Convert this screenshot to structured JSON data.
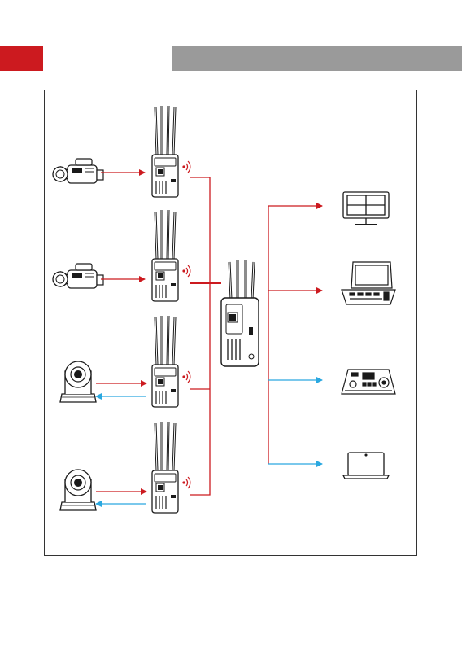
{
  "header": {
    "accent_color": "#cc1a1f",
    "bar_color": "#9a9a9a"
  },
  "colors": {
    "video_link": "#cc1a1f",
    "control_link": "#2aa8e0",
    "device_outline": "#1a1a1a",
    "wifi_signal": "#cc1a1f"
  },
  "diagram": {
    "sources": [
      {
        "icon": "camcorder-icon",
        "links": [
          "video"
        ]
      },
      {
        "icon": "camcorder-icon",
        "links": [
          "video"
        ]
      },
      {
        "icon": "ptz-camera-icon",
        "links": [
          "video",
          "control"
        ]
      },
      {
        "icon": "ptz-camera-icon",
        "links": [
          "video",
          "control"
        ]
      }
    ],
    "transmitters": [
      {
        "icon": "transmitter-icon",
        "signal": "wifi-signal-icon"
      },
      {
        "icon": "transmitter-icon",
        "signal": "wifi-signal-icon"
      },
      {
        "icon": "transmitter-icon",
        "signal": "wifi-signal-icon"
      },
      {
        "icon": "transmitter-icon",
        "signal": "wifi-signal-icon"
      }
    ],
    "receiver": {
      "icon": "receiver-icon"
    },
    "outputs": [
      {
        "icon": "multiview-monitor-icon",
        "link": "video"
      },
      {
        "icon": "video-switcher-icon",
        "link": "video"
      },
      {
        "icon": "ptz-controller-icon",
        "link": "control"
      },
      {
        "icon": "laptop-icon",
        "link": "control"
      }
    ]
  }
}
